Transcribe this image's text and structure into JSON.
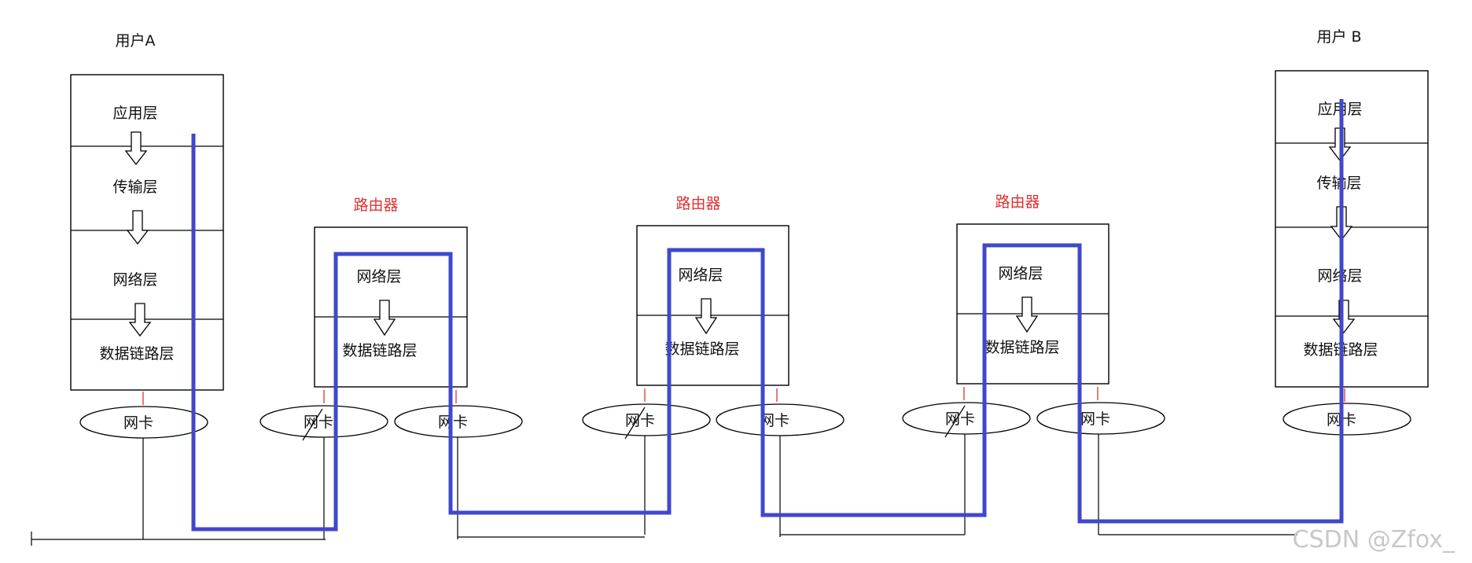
{
  "hosts": {
    "a": {
      "title": "用户A",
      "layers": [
        "应用层",
        "传输层",
        "网络层",
        "数据链路层"
      ],
      "nic": "网卡"
    },
    "b": {
      "title": "用户 B",
      "layers": [
        "应用层",
        "传输层",
        "网络层",
        "数据链路层"
      ],
      "nic": "网卡"
    }
  },
  "routers": [
    {
      "title": "路由器",
      "layers": [
        "网络层",
        "数据链路层"
      ],
      "nics": [
        "网卡",
        "网卡"
      ]
    },
    {
      "title": "路由器",
      "layers": [
        "网络层",
        "数据链路层"
      ],
      "nics": [
        "网卡",
        "网卡"
      ]
    },
    {
      "title": "路由器",
      "layers": [
        "网络层",
        "数据链路层"
      ],
      "nics": [
        "网卡",
        "网卡"
      ]
    }
  ],
  "colors": {
    "path": "#3f48cc",
    "router_title": "#e03131",
    "nic_tick": "#e03131",
    "watermark": "#c8c8c8"
  },
  "watermark": "CSDN @Zfox_"
}
